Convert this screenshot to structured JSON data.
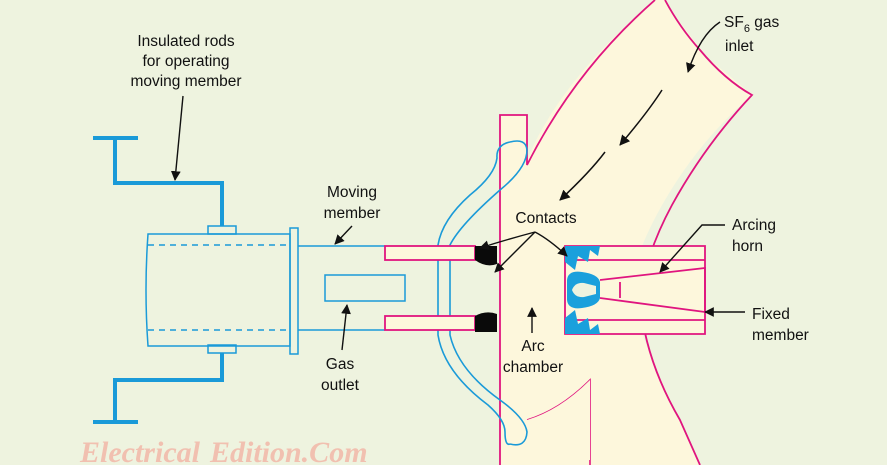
{
  "diagram": {
    "labels": {
      "insulated_rods": [
        "Insulated rods",
        "for operating",
        "moving member"
      ],
      "moving_member": [
        "Moving",
        "member"
      ],
      "gas_outlet": [
        "Gas",
        "outlet"
      ],
      "contacts": "Contacts",
      "arc_chamber": [
        "Arc",
        "chamber"
      ],
      "sf6_prefix": "SF",
      "sf6_sub": "6",
      "sf6_suffix": " gas",
      "inlet": "inlet",
      "arcing_horn": [
        "Arcing",
        "horn"
      ],
      "fixed_member": [
        "Fixed",
        "member"
      ]
    },
    "watermark": {
      "word1": "Electrical",
      "word2": "Edition.Com"
    }
  },
  "colors": {
    "background": "#eef3df",
    "magenta_outline": "#e0157f",
    "blue_outline": "#1a9ad8",
    "chamber_fill": "#fdf7dc",
    "contact_black": "#0a0a0a",
    "contact_blue": "#1aa0dc",
    "label_text": "#111111",
    "watermark": "#f2b8a8"
  }
}
